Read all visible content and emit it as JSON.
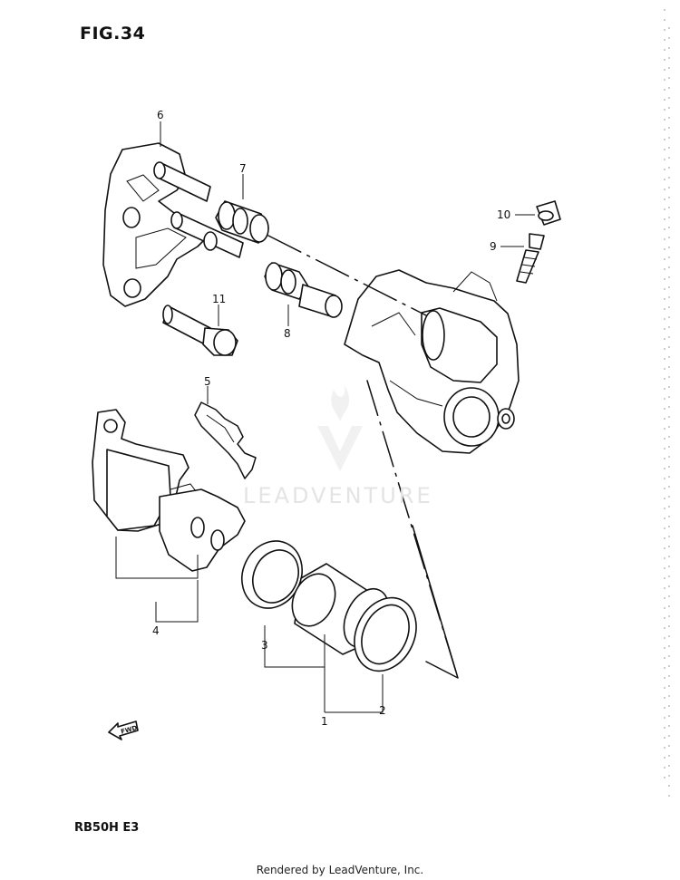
{
  "figure": {
    "title": "FIG.34",
    "model": "RB50H E3"
  },
  "watermark": {
    "text": "LEADVENTURE"
  },
  "footer": {
    "text": "Rendered by LeadVenture, Inc."
  },
  "fwd_arrow": {
    "label": "FWD"
  },
  "callouts": [
    {
      "number": "1"
    },
    {
      "number": "2"
    },
    {
      "number": "3"
    },
    {
      "number": "4"
    },
    {
      "number": "5"
    },
    {
      "number": "6"
    },
    {
      "number": "7"
    },
    {
      "number": "8"
    },
    {
      "number": "9"
    },
    {
      "number": "10"
    },
    {
      "number": "11"
    }
  ]
}
